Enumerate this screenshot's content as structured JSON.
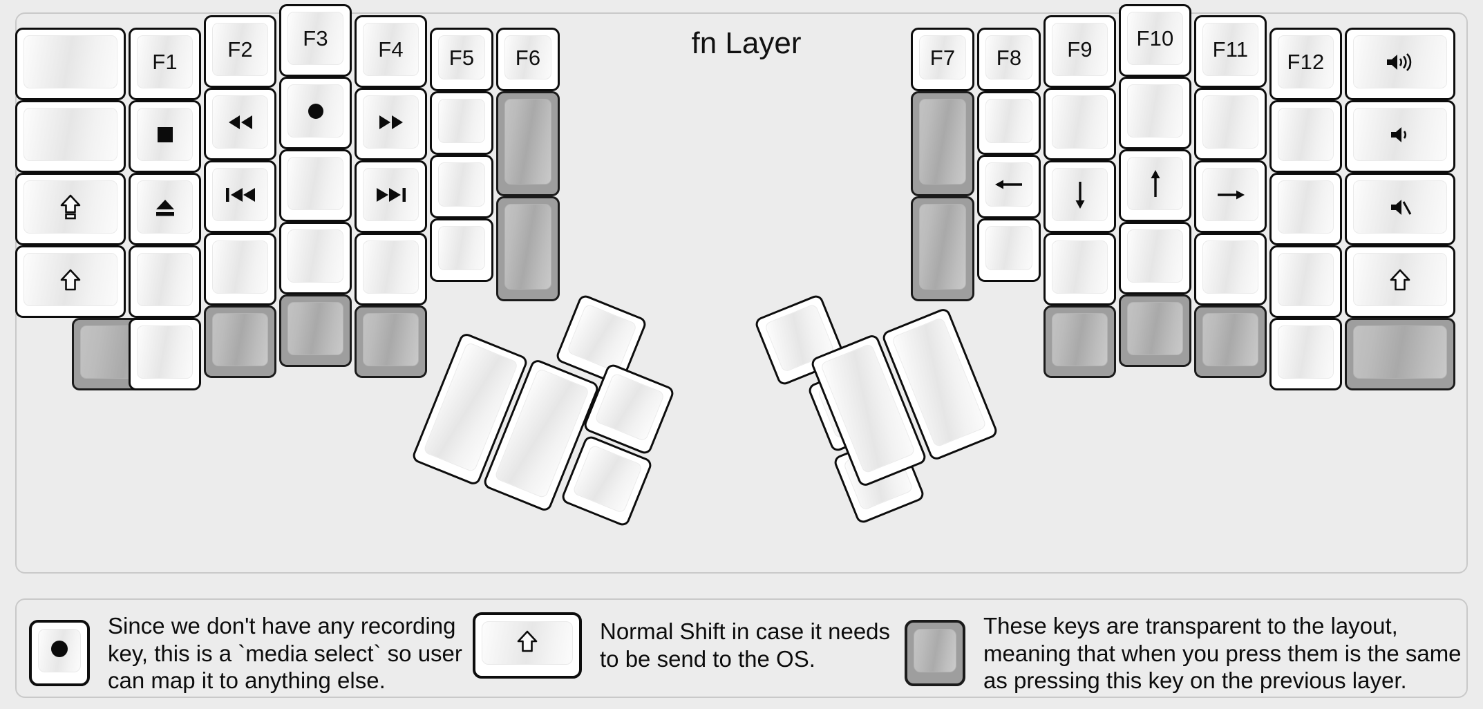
{
  "title": "fn Layer",
  "colors": {
    "background": "#ececec",
    "key_face": "#ffffff",
    "key_border": "#0d0d0d",
    "transparent_key": "#9e9e9e"
  },
  "legend": [
    {
      "icon": "record-dot-icon",
      "key_style": "normal",
      "text": "Since we don't have any recording\nkey, this is a `media select` so user\ncan map it to anything else."
    },
    {
      "icon": "shift-arrow-icon",
      "key_style": "normal",
      "text": "Normal Shift in case it needs\nto be send to the OS."
    },
    {
      "icon": "",
      "key_style": "transparent",
      "text": "These keys are transparent to the layout,\nmeaning that when you press them is the same\nas pressing this key on the previous layer."
    }
  ],
  "left_half": {
    "columns": [
      {
        "name": "col-pinky-outer",
        "keys": [
          {
            "label": "",
            "icon": "",
            "style": "normal"
          },
          {
            "label": "",
            "icon": "",
            "style": "normal"
          },
          {
            "label": "",
            "icon": "caps-lock-icon",
            "style": "normal"
          },
          {
            "label": "",
            "icon": "shift-arrow-icon",
            "style": "normal"
          },
          {
            "label": "",
            "icon": "",
            "style": "transparent"
          }
        ]
      },
      {
        "name": "col-pinky",
        "keys": [
          {
            "label": "F1",
            "icon": "",
            "style": "normal"
          },
          {
            "label": "",
            "icon": "media-stop-icon",
            "style": "normal"
          },
          {
            "label": "",
            "icon": "media-eject-icon",
            "style": "normal"
          },
          {
            "label": "",
            "icon": "",
            "style": "normal"
          },
          {
            "label": "",
            "icon": "",
            "style": "normal"
          }
        ]
      },
      {
        "name": "col-ring",
        "keys": [
          {
            "label": "F2",
            "icon": "",
            "style": "normal"
          },
          {
            "label": "",
            "icon": "media-rewind-icon",
            "style": "normal"
          },
          {
            "label": "",
            "icon": "media-previous-track-icon",
            "style": "normal"
          },
          {
            "label": "",
            "icon": "",
            "style": "normal"
          },
          {
            "label": "",
            "icon": "",
            "style": "transparent"
          }
        ]
      },
      {
        "name": "col-middle",
        "keys": [
          {
            "label": "F3",
            "icon": "",
            "style": "normal"
          },
          {
            "label": "",
            "icon": "media-record-icon",
            "style": "normal"
          },
          {
            "label": "",
            "icon": "media-play-pause-icon",
            "style": "normal"
          },
          {
            "label": "",
            "icon": "",
            "style": "normal"
          },
          {
            "label": "",
            "icon": "",
            "style": "transparent"
          }
        ]
      },
      {
        "name": "col-index",
        "keys": [
          {
            "label": "F4",
            "icon": "",
            "style": "normal"
          },
          {
            "label": "",
            "icon": "media-fast-forward-icon",
            "style": "normal"
          },
          {
            "label": "",
            "icon": "media-next-track-icon",
            "style": "normal"
          },
          {
            "label": "",
            "icon": "",
            "style": "normal"
          },
          {
            "label": "",
            "icon": "",
            "style": "transparent"
          }
        ]
      },
      {
        "name": "col-index-inner",
        "keys": [
          {
            "label": "F5",
            "icon": "",
            "style": "normal"
          },
          {
            "label": "",
            "icon": "",
            "style": "normal"
          },
          {
            "label": "",
            "icon": "",
            "style": "normal"
          },
          {
            "label": "",
            "icon": "",
            "style": "normal"
          }
        ]
      },
      {
        "name": "col-inner-extra",
        "keys": [
          {
            "label": "F6",
            "icon": "",
            "style": "normal"
          },
          {
            "label": "",
            "icon": "",
            "style": "transparent"
          },
          {
            "label": "",
            "icon": "",
            "style": "transparent"
          }
        ]
      }
    ],
    "thumb_cluster": [
      {
        "name": "thumb-large-1",
        "label": "",
        "style": "normal"
      },
      {
        "name": "thumb-large-2",
        "label": "",
        "style": "normal"
      },
      {
        "name": "thumb-small-1",
        "label": "",
        "style": "normal"
      },
      {
        "name": "thumb-small-2",
        "label": "",
        "style": "normal"
      },
      {
        "name": "thumb-small-3",
        "label": "",
        "style": "normal"
      }
    ]
  },
  "right_half": {
    "columns": [
      {
        "name": "col-index-inner",
        "keys": [
          {
            "label": "F7",
            "icon": "",
            "style": "normal"
          },
          {
            "label": "",
            "icon": "",
            "style": "transparent"
          },
          {
            "label": "",
            "icon": "",
            "style": "transparent"
          }
        ]
      },
      {
        "name": "col-index",
        "keys": [
          {
            "label": "F8",
            "icon": "",
            "style": "normal"
          },
          {
            "label": "",
            "icon": "",
            "style": "normal"
          },
          {
            "label": "",
            "icon": "arrow-left-icon",
            "style": "normal"
          },
          {
            "label": "",
            "icon": "",
            "style": "normal"
          }
        ]
      },
      {
        "name": "col-middle",
        "keys": [
          {
            "label": "F9",
            "icon": "",
            "style": "normal"
          },
          {
            "label": "",
            "icon": "",
            "style": "normal"
          },
          {
            "label": "",
            "icon": "arrow-down-icon",
            "style": "normal"
          },
          {
            "label": "",
            "icon": "",
            "style": "normal"
          },
          {
            "label": "",
            "icon": "",
            "style": "transparent"
          }
        ]
      },
      {
        "name": "col-ring",
        "keys": [
          {
            "label": "F10",
            "icon": "",
            "style": "normal"
          },
          {
            "label": "",
            "icon": "",
            "style": "normal"
          },
          {
            "label": "",
            "icon": "arrow-up-icon",
            "style": "normal"
          },
          {
            "label": "",
            "icon": "",
            "style": "normal"
          },
          {
            "label": "",
            "icon": "",
            "style": "transparent"
          }
        ]
      },
      {
        "name": "col-pinky",
        "keys": [
          {
            "label": "F11",
            "icon": "",
            "style": "normal"
          },
          {
            "label": "",
            "icon": "",
            "style": "normal"
          },
          {
            "label": "",
            "icon": "arrow-right-icon",
            "style": "normal"
          },
          {
            "label": "",
            "icon": "",
            "style": "normal"
          },
          {
            "label": "",
            "icon": "",
            "style": "transparent"
          }
        ]
      },
      {
        "name": "col-pinky-outer",
        "keys": [
          {
            "label": "F12",
            "icon": "",
            "style": "normal"
          },
          {
            "label": "",
            "icon": "",
            "style": "normal"
          },
          {
            "label": "",
            "icon": "",
            "style": "normal"
          },
          {
            "label": "",
            "icon": "",
            "style": "normal"
          },
          {
            "label": "",
            "icon": "",
            "style": "normal"
          }
        ]
      },
      {
        "name": "col-outer-extra",
        "keys": [
          {
            "label": "",
            "icon": "volume-up-icon",
            "style": "normal"
          },
          {
            "label": "",
            "icon": "volume-down-icon",
            "style": "normal"
          },
          {
            "label": "",
            "icon": "volume-mute-icon",
            "style": "normal"
          },
          {
            "label": "",
            "icon": "shift-arrow-icon",
            "style": "normal"
          },
          {
            "label": "",
            "icon": "",
            "style": "transparent"
          }
        ]
      }
    ],
    "thumb_cluster": [
      {
        "name": "thumb-small-1",
        "label": "",
        "style": "normal"
      },
      {
        "name": "thumb-small-2",
        "label": "",
        "style": "normal"
      },
      {
        "name": "thumb-small-3",
        "label": "",
        "style": "normal"
      },
      {
        "name": "thumb-large-1",
        "label": "",
        "style": "normal"
      },
      {
        "name": "thumb-large-2",
        "label": "",
        "style": "normal"
      }
    ]
  }
}
